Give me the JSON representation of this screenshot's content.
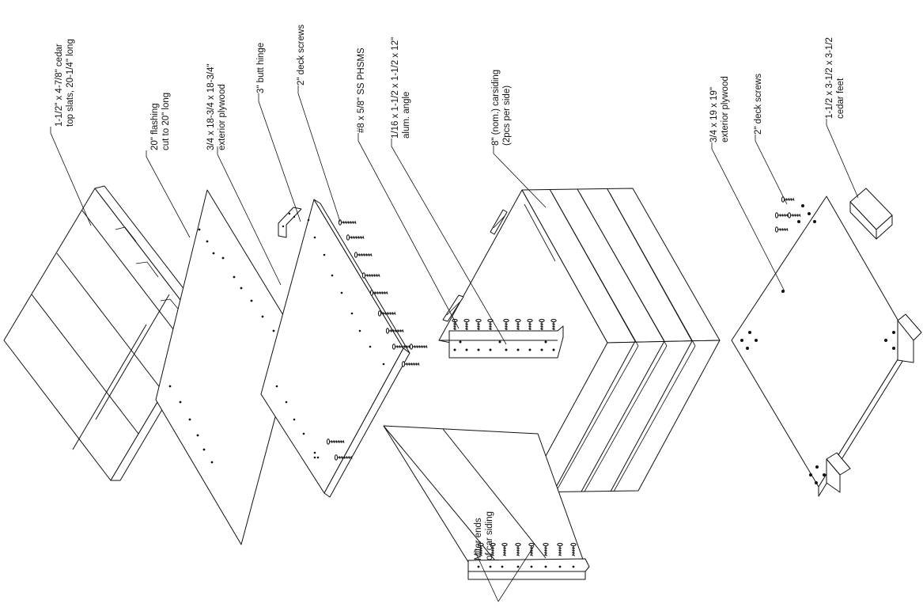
{
  "diagram": {
    "labels": {
      "top_slats": [
        "1-1/2\" x 4-7/8\" cedar",
        "top slats, 20-1/4\" long"
      ],
      "flashing": [
        "20\" flashing",
        "cut to 20\" long"
      ],
      "top_plywood": [
        "3/4 x 18-3/4 x 18-3/4\"",
        "exterior plywood"
      ],
      "butt_hinge": [
        "3\" butt hinge"
      ],
      "deck_screws_top": [
        "2\" deck screws"
      ],
      "sheet_metal_screws": [
        "#8 x 5/8\" SS PHSMS"
      ],
      "alum_angle": [
        "1/16 x 1-1/2 x 1-1/2 x 12\"",
        "alum. angle"
      ],
      "carsiding": [
        "8\" (nom.) carsiding",
        "(2pcs per side)"
      ],
      "bottom_plywood": [
        "3/4 x 19 x 19\"",
        "exterior plywood"
      ],
      "deck_screws_bottom": [
        "2\" deck screws"
      ],
      "cedar_feet": [
        "1-1/2 x 3-1/2 x 3-1/2",
        "cedar feet"
      ],
      "miter_ends": [
        "Miter ends",
        "of car siding"
      ]
    }
  }
}
